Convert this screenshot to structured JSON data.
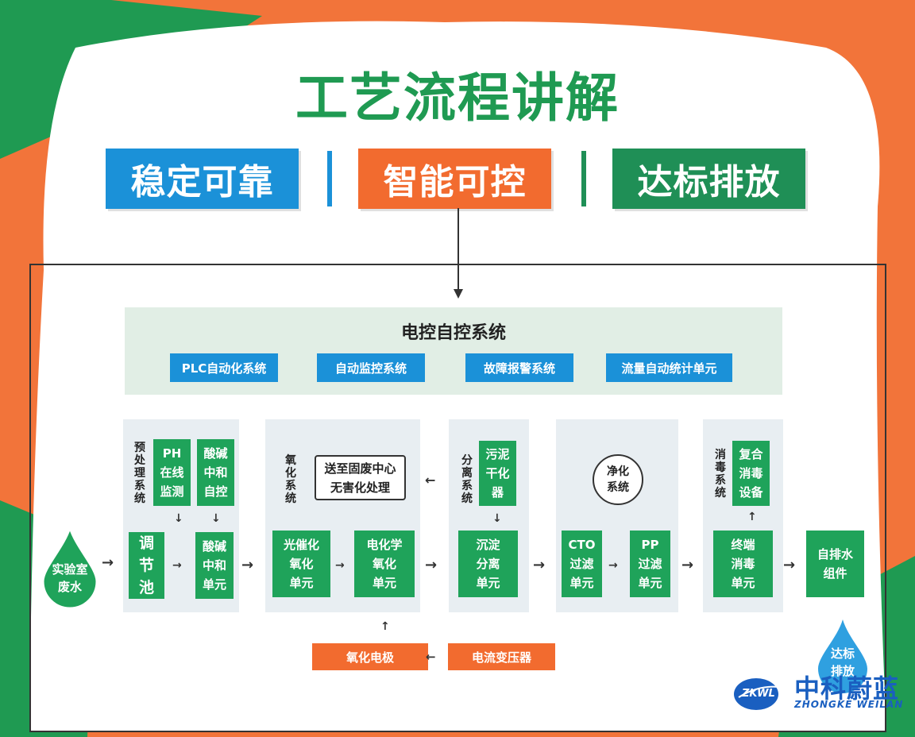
{
  "colors": {
    "background_orange": "#f2743a",
    "accent_green": "#1f9a52",
    "panel_green": "#e1eee5",
    "process_green": "#1fa35a",
    "blue": "#1b91d8",
    "orange": "#f26b2f",
    "logo_blue": "#1a5fc0"
  },
  "title": "工艺流程讲解",
  "tags": [
    "稳定可靠",
    "智能可控",
    "达标排放"
  ],
  "electric": {
    "title": "电控自控系统",
    "items": [
      "PLC自动化系统",
      "自动监控系统",
      "故障报警系统",
      "流量自动统计单元"
    ]
  },
  "input": "实验室\n废水",
  "pre": {
    "label": "预处理系统",
    "ph": "PH\n在线\n监测",
    "acid_ctrl": "酸碱\n中和\n自控",
    "tank": "调\n节\n池",
    "neutral": "酸碱\n中和\n单元"
  },
  "oxi": {
    "label": "氧化系统",
    "note": "送至固废中心\n无害化处理",
    "photo": "光催化\n氧化\n单元",
    "electro": "电化学\n氧化\n单元"
  },
  "sep": {
    "label": "分离系统",
    "sludge": "污泥\n干化\n器",
    "settle": "沉淀\n分离\n单元"
  },
  "purify": {
    "label": "净化\n系统",
    "cto": "CTO\n过滤\n单元",
    "pp": "PP\n过滤\n单元"
  },
  "disinfect": {
    "label": "消毒系统",
    "composite": "复合\n消毒\n设备",
    "terminal": "终端\n消毒\n单元"
  },
  "drain": "自排水\n组件",
  "bottom": {
    "electrode": "氧化电极",
    "transformer": "电流变压器"
  },
  "output": "达标\n排放",
  "logo": {
    "zh": "中科蔚蓝",
    "en": "ZHONGKE WEILAN",
    "mark": "ZKWL"
  },
  "icons": [
    "arrow-right-icon",
    "arrow-down-icon",
    "arrow-up-icon",
    "arrow-left-icon",
    "water-drop-icon"
  ]
}
